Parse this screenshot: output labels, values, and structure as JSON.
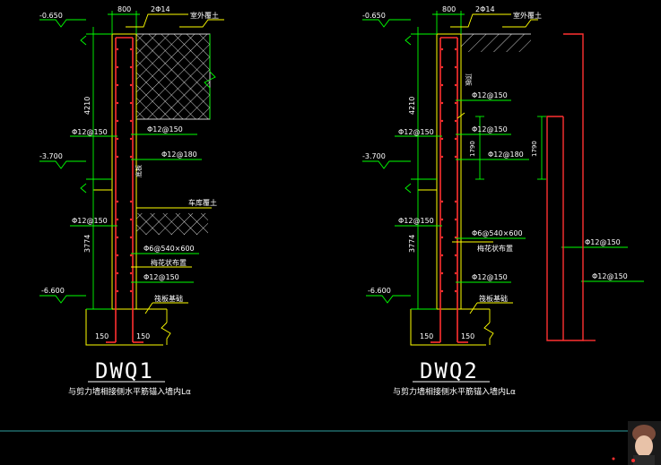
{
  "colors": {
    "background": "#000000",
    "concrete_outline": "#ffff00",
    "rebar": "#ff3030",
    "dim_line": "#00ff00",
    "leader": "#ffff00",
    "text": "#ffffff",
    "hatch": "#ffffff",
    "status_line": "#30a0a0"
  },
  "left": {
    "title": "DWQ1",
    "caption": "与剪力墙相接侧水平筋锚入墙内Lα",
    "elev_top": "-0.650",
    "elev_mid": "-3.700",
    "elev_bottom": "-6.600",
    "dim_width": "800",
    "top_bar": "2Φ14",
    "outdoor_fill": "室外覆土",
    "dim_upper": "4210",
    "dim_lower": "3774",
    "horiz_left_1": "Φ12@150",
    "horiz_left_2": "Φ12@150",
    "vert_right_1": "Φ12@150",
    "vert_right_2": "Φ12@180",
    "vert_right_3": "Φ12@150",
    "slab_label": "底板",
    "plum_tie": "Φ6@540×600",
    "plum_note": "梅花状布置",
    "base_note": "筏板基础",
    "foot_left": "150",
    "foot_right": "150",
    "fill_right": "车库覆土"
  },
  "right": {
    "title": "DWQ2",
    "caption": "与剪力墙相接侧水平筋锚入墙内Lα",
    "elev_top": "-0.650",
    "elev_mid": "-3.700",
    "elev_bottom": "-6.600",
    "dim_width": "800",
    "top_bar": "2Φ14",
    "outdoor_fill": "室外覆土",
    "dim_upper": "4210",
    "dim_lower": "3774",
    "horiz_left_1": "Φ12@150",
    "horiz_left_2": "Φ12@150",
    "vert_right_1": "Φ12@150",
    "vert_right_2": "Φ12@150",
    "vert_right_3": "Φ12@180",
    "vert_right_4": "Φ12@150",
    "dim_1790_a": "1790",
    "dim_1790_b": "1790",
    "slab_label": "顶板",
    "plum_tie": "Φ6@540×600",
    "plum_note": "梅花状布置",
    "base_note": "筏板基础",
    "foot_left": "150",
    "foot_right": "150",
    "detail_bar_1": "Φ12@150",
    "detail_bar_2": "Φ12@150"
  }
}
